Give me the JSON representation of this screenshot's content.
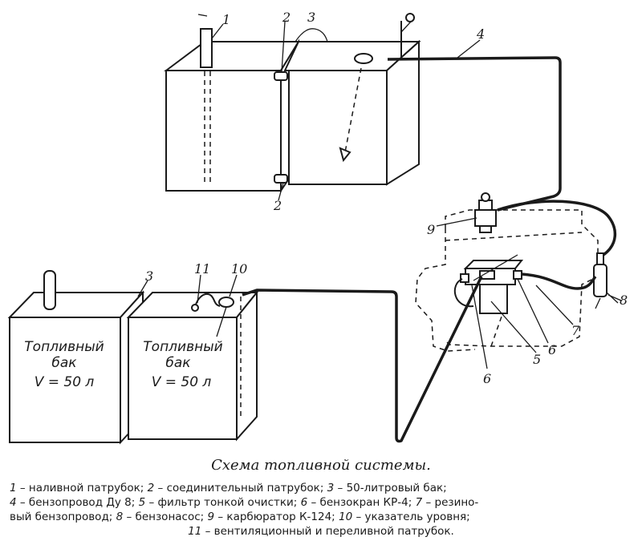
{
  "figure": {
    "callouts": {
      "c1": "1",
      "c2_top": "2",
      "c2_bottom": "2",
      "c3_top": "3",
      "c3_bottom": "3",
      "c4": "4",
      "c5": "5",
      "c6_a": "6",
      "c6_b": "6",
      "c7": "7",
      "c8": "8",
      "c9": "9",
      "c10": "10",
      "c11": "11"
    },
    "tank_left": {
      "line1": "Топливный",
      "line2": "бак",
      "line3": "V = 50 л"
    },
    "tank_right": {
      "line1": "Топливный",
      "line2": "бак",
      "line3": "V = 50 л"
    }
  },
  "caption": {
    "title": "Схема топливной системы.",
    "legend": [
      {
        "n": "1",
        "text": " – наливной патрубок; "
      },
      {
        "n": "2",
        "text": " – соединительный патрубок; "
      },
      {
        "n": "3",
        "text": " – 50-литровый бак;"
      },
      {
        "n": "4",
        "text": " – бензопровод Ду 8; "
      },
      {
        "n": "5",
        "text": " – фильтр тонкой очистки; "
      },
      {
        "n": "6",
        "text": " – бензокран КР-4; "
      },
      {
        "n": "7",
        "text": " – резино-"
      },
      {
        "n": "",
        "text": "вый бензопровод; "
      },
      {
        "n": "8",
        "text": " – бензонасос; "
      },
      {
        "n": "9",
        "text": " – карбюратор К-124; "
      },
      {
        "n": "10",
        "text": " – указатель уровня;"
      },
      {
        "n": "11",
        "text": " – вентиляционный и переливной патрубок."
      }
    ]
  }
}
